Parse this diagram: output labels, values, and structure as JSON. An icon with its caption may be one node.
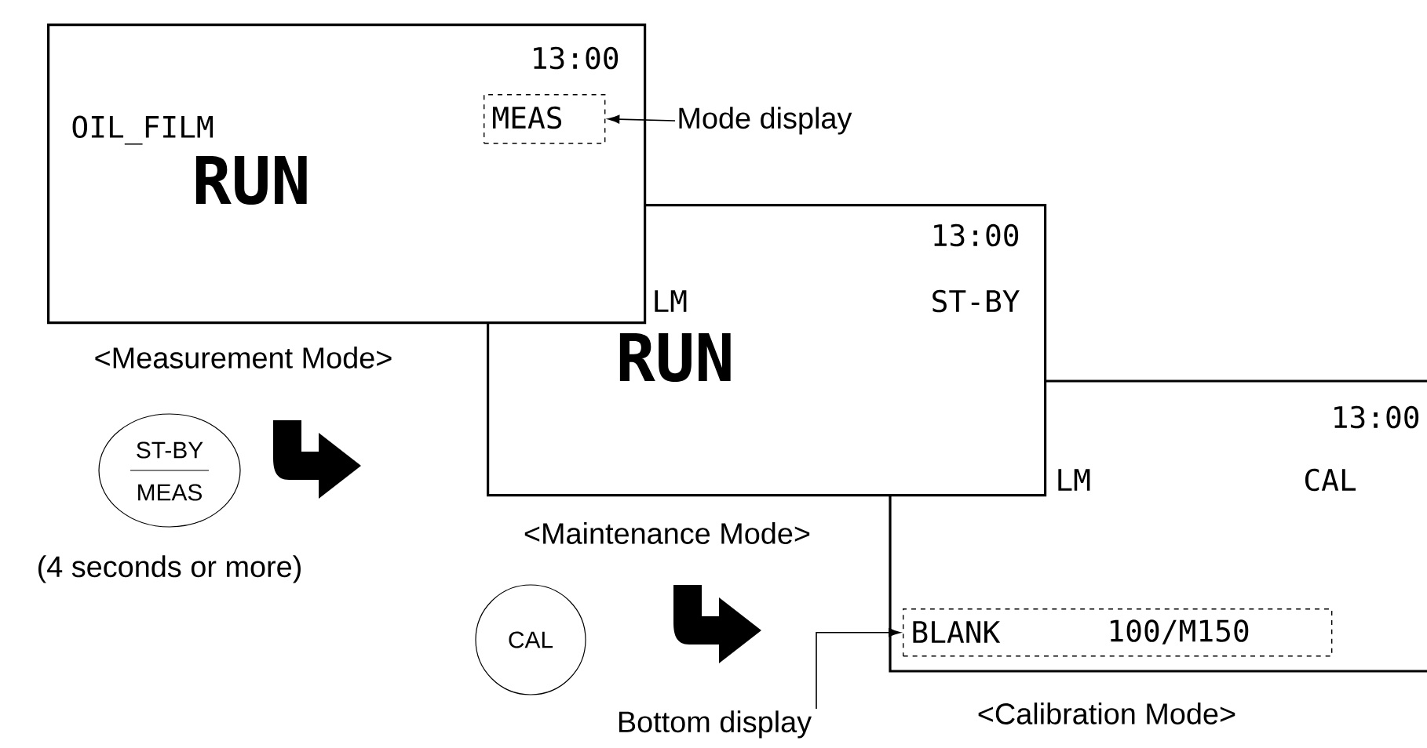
{
  "diagram": {
    "nodes": [
      {
        "text": [
          "13:00",
          "OIL_FILM",
          "RUN"
        ],
        "beside": [
          "<Measurement Mode>"
        ]
      },
      {
        "text": [
          "MEAS"
        ],
        "in": 0
      },
      {
        "text": [
          "Mode display"
        ]
      },
      {
        "text": [
          "13:00",
          "LM",
          "ST-BY",
          "RUN"
        ],
        "beside": [
          "<Maintenance Mode>"
        ]
      },
      {
        "text": [
          "13:00",
          "LM",
          "CAL"
        ],
        "beside": [
          "<Calibration Mode>"
        ]
      },
      {
        "text": [
          "BLANK",
          "100/M150"
        ],
        "in": 4
      },
      {
        "text": [
          "Bottom display"
        ]
      },
      {
        "text": [
          "ST-BY",
          "MEAS"
        ],
        "beside": [
          "(4 seconds or more)"
        ]
      },
      {
        "text": [
          "CAL"
        ]
      }
    ],
    "edges": [
      {
        "from": 2,
        "to": 1,
        "arrow": "to"
      },
      {
        "from": 6,
        "to": 5,
        "arrow": "to"
      }
    ]
  }
}
